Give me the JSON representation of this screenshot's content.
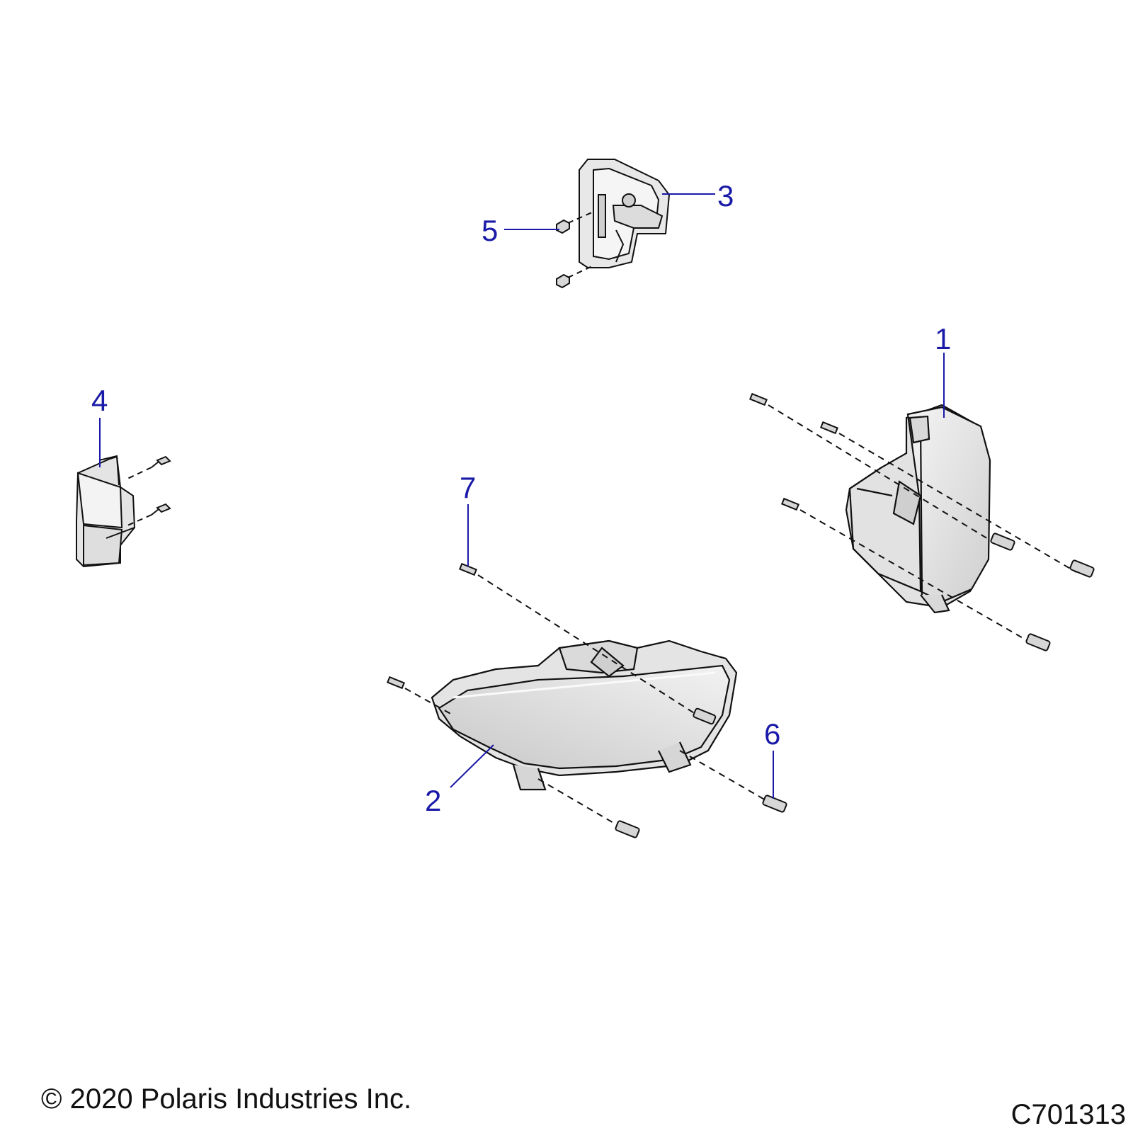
{
  "callouts": {
    "c1": "1",
    "c2": "2",
    "c3": "3",
    "c4": "4",
    "c5": "5",
    "c6": "6",
    "c7": "7"
  },
  "footer": {
    "copyright": "© 2020 Polaris Industries Inc.",
    "figure_id": "C701313"
  },
  "colors": {
    "callout": "#1a1aa8",
    "line_art": "#111111",
    "part_fill": "#e6e6e6"
  }
}
